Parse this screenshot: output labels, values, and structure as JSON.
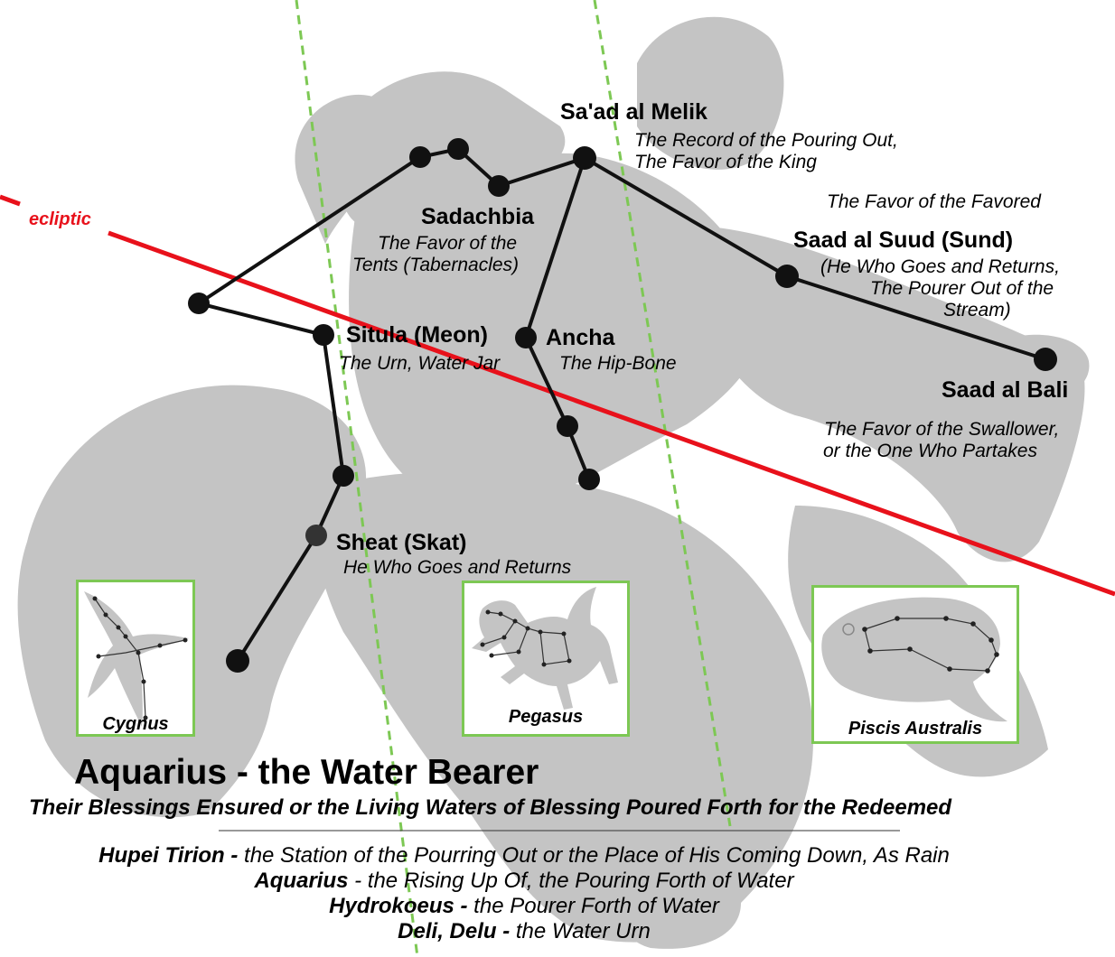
{
  "stars": [
    {
      "name": "Sa'ad al Melik",
      "meanings": [
        "The Record of the Pouring Out,",
        "The Favor of the King"
      ]
    },
    {
      "name": "Sadachbia",
      "meanings": [
        "The Favor of the",
        "Tents (Tabernacles)"
      ]
    },
    {
      "name": "Saad al Suud (Sund)",
      "meanings": [
        "(He Who Goes and Returns,",
        "The Pourer Out of the",
        "Stream)"
      ]
    },
    {
      "name": "Situla (Meon)",
      "meanings": [
        "The Urn, Water Jar"
      ]
    },
    {
      "name": "Ancha",
      "meanings": [
        "The Hip-Bone"
      ]
    },
    {
      "name": "Saad al Bali",
      "meanings": [
        "The Favor of the Swallower,",
        "or the One Who Partakes"
      ]
    },
    {
      "name": "Sheat (Skat)",
      "meanings": [
        "He Who Goes and Returns"
      ]
    }
  ],
  "extra_meaning": "The Favor of the Favored",
  "ecliptic_label": "ecliptic",
  "insets": [
    {
      "name": "Cygnus"
    },
    {
      "name": "Pegasus"
    },
    {
      "name": "Piscis Australis"
    }
  ],
  "title": "Aquarius - the Water Bearer",
  "subtitle": "Their Blessings Ensured or the Living Waters of Blessing Poured Forth for the Redeemed",
  "names": [
    {
      "term": "Hupei Tirion -",
      "meaning": " the Station of the Pourring Out or the Place of His Coming Down, As Rain"
    },
    {
      "term": "Aquarius",
      "meaning": " - the Rising Up Of, the Pouring Forth of Water"
    },
    {
      "term": "Hydrokoeus -",
      "meaning": " the Pourer Forth of Water"
    },
    {
      "term": "Deli, Delu -",
      "meaning": " the Water Urn"
    }
  ],
  "colors": {
    "figure": "#c4c4c4",
    "figure_dark": "#9a9a9a",
    "ecliptic": "#e8111b",
    "guide": "#7dc854",
    "box_border": "#7dc854",
    "star": "#111111"
  }
}
